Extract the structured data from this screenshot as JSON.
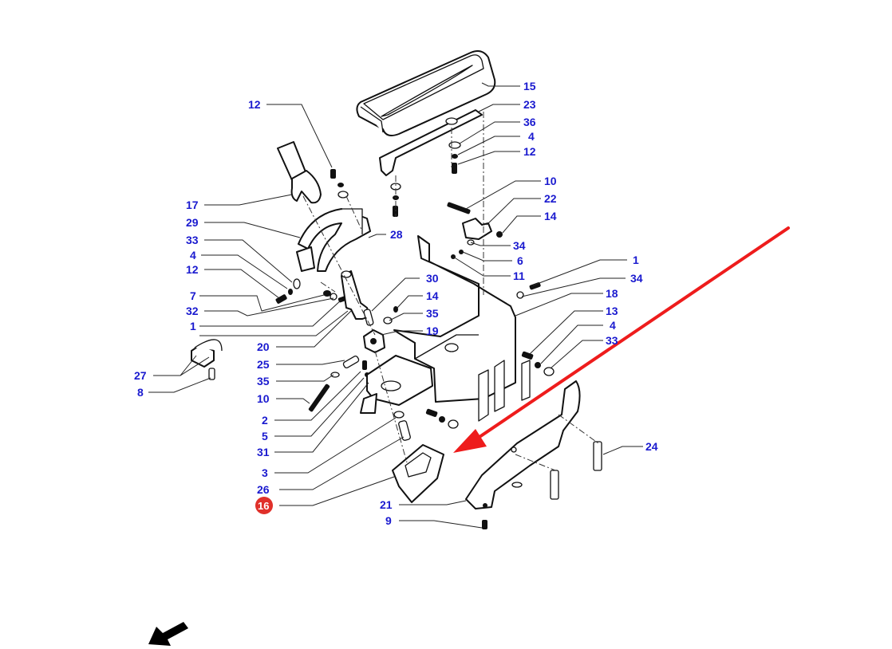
{
  "diagram": {
    "type": "exploded-parts-diagram",
    "highlighted_part": "16",
    "colors": {
      "label_text": "#1a1acf",
      "highlight_badge": "#e0302a",
      "pointer_arrow": "#ee1c1c",
      "line_art": "#111111"
    },
    "labels": [
      {
        "id": "lbl-12-a",
        "text": "12"
      },
      {
        "id": "lbl-17",
        "text": "17"
      },
      {
        "id": "lbl-29",
        "text": "29"
      },
      {
        "id": "lbl-33-a",
        "text": "33"
      },
      {
        "id": "lbl-4-a",
        "text": "4"
      },
      {
        "id": "lbl-12-b",
        "text": "12"
      },
      {
        "id": "lbl-7",
        "text": "7"
      },
      {
        "id": "lbl-32",
        "text": "32"
      },
      {
        "id": "lbl-1-a",
        "text": "1"
      },
      {
        "id": "lbl-20",
        "text": "20"
      },
      {
        "id": "lbl-27",
        "text": "27"
      },
      {
        "id": "lbl-8",
        "text": "8"
      },
      {
        "id": "lbl-25",
        "text": "25"
      },
      {
        "id": "lbl-35-a",
        "text": "35"
      },
      {
        "id": "lbl-10-a",
        "text": "10"
      },
      {
        "id": "lbl-2",
        "text": "2"
      },
      {
        "id": "lbl-5",
        "text": "5"
      },
      {
        "id": "lbl-31",
        "text": "31"
      },
      {
        "id": "lbl-3",
        "text": "3"
      },
      {
        "id": "lbl-26",
        "text": "26"
      },
      {
        "id": "lbl-16",
        "text": "16"
      },
      {
        "id": "lbl-21",
        "text": "21"
      },
      {
        "id": "lbl-9",
        "text": "9"
      },
      {
        "id": "lbl-28",
        "text": "28"
      },
      {
        "id": "lbl-30",
        "text": "30"
      },
      {
        "id": "lbl-14-a",
        "text": "14"
      },
      {
        "id": "lbl-35-b",
        "text": "35"
      },
      {
        "id": "lbl-19",
        "text": "19"
      },
      {
        "id": "lbl-15",
        "text": "15"
      },
      {
        "id": "lbl-23",
        "text": "23"
      },
      {
        "id": "lbl-36",
        "text": "36"
      },
      {
        "id": "lbl-4-b",
        "text": "4"
      },
      {
        "id": "lbl-12-c",
        "text": "12"
      },
      {
        "id": "lbl-10-b",
        "text": "10"
      },
      {
        "id": "lbl-22",
        "text": "22"
      },
      {
        "id": "lbl-14-b",
        "text": "14"
      },
      {
        "id": "lbl-34-a",
        "text": "34"
      },
      {
        "id": "lbl-6",
        "text": "6"
      },
      {
        "id": "lbl-11",
        "text": "11"
      },
      {
        "id": "lbl-1-b",
        "text": "1"
      },
      {
        "id": "lbl-34-b",
        "text": "34"
      },
      {
        "id": "lbl-18",
        "text": "18"
      },
      {
        "id": "lbl-13",
        "text": "13"
      },
      {
        "id": "lbl-4-c",
        "text": "4"
      },
      {
        "id": "lbl-33-b",
        "text": "33"
      },
      {
        "id": "lbl-24",
        "text": "24"
      }
    ],
    "icons": {
      "pointer": "red-pointer-arrow",
      "orientation": "orientation-arrow"
    }
  }
}
